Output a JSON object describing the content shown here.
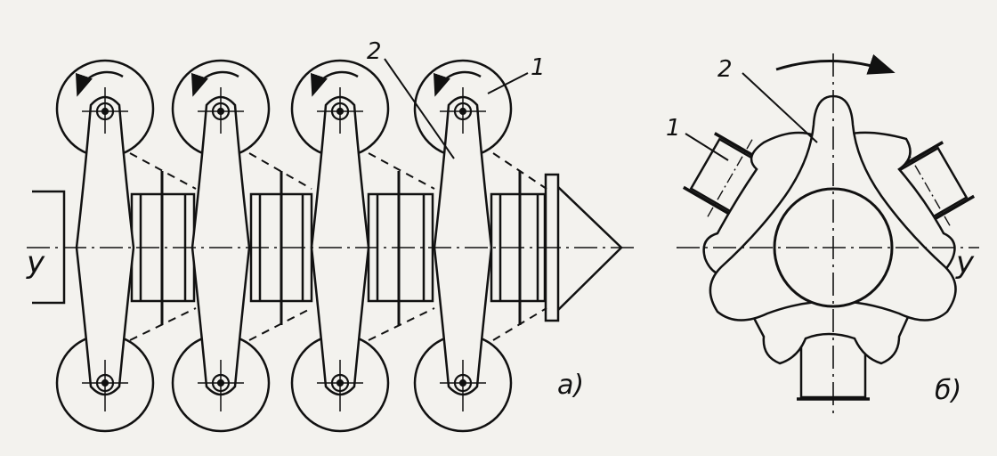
{
  "figure_a": {
    "label": "а)",
    "axis_label": "y",
    "callout_1": "1",
    "callout_2": "2"
  },
  "figure_b": {
    "label": "б)",
    "axis_label": "y",
    "callout_1": "1",
    "callout_2": "2"
  },
  "colors": {
    "ink": "#111111",
    "paper": "#f3f2ee"
  }
}
